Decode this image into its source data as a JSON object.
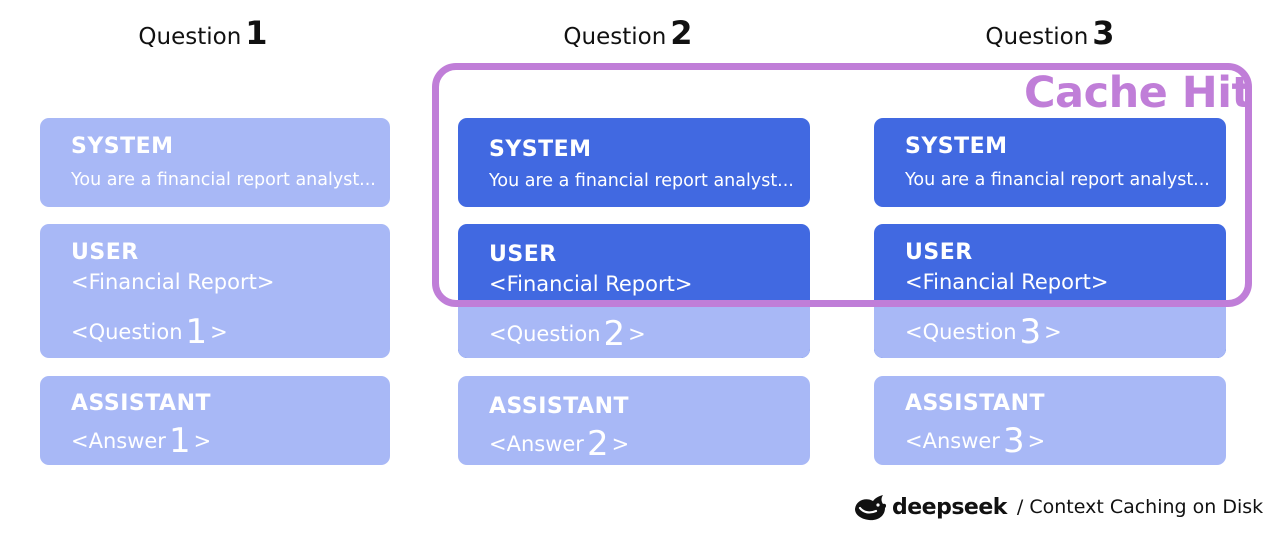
{
  "columns": [
    {
      "question_word": "Question",
      "question_num": "1",
      "system_title": "SYSTEM",
      "system_text": "You are a financial report analyst...",
      "user_title": "USER",
      "report_text": "<Financial Report>",
      "question_open": "<Question",
      "question_close": ">",
      "assistant_title": "ASSISTANT",
      "answer_open": "<Answer",
      "answer_close": ">"
    },
    {
      "question_word": "Question",
      "question_num": "2",
      "system_title": "SYSTEM",
      "system_text": "You are a financial report analyst...",
      "user_title": "USER",
      "report_text": "<Financial Report>",
      "question_open": "<Question",
      "question_close": ">",
      "assistant_title": "ASSISTANT",
      "answer_open": "<Answer",
      "answer_close": ">"
    },
    {
      "question_word": "Question",
      "question_num": "3",
      "system_title": "SYSTEM",
      "system_text": "You are a financial report analyst...",
      "user_title": "USER",
      "report_text": "<Financial Report>",
      "question_open": "<Question",
      "question_close": ">",
      "assistant_title": "ASSISTANT",
      "answer_open": "<Answer",
      "answer_close": ">"
    }
  ],
  "cache_label": "Cache Hit",
  "footer": {
    "brand": "deepseek",
    "tagline": "/ Context Caching on Disk",
    "logo_icon": "whale-icon"
  },
  "colors": {
    "cached": "#4169e1",
    "uncached": "#a8b8f6",
    "cache_border": "#c07ed8"
  }
}
